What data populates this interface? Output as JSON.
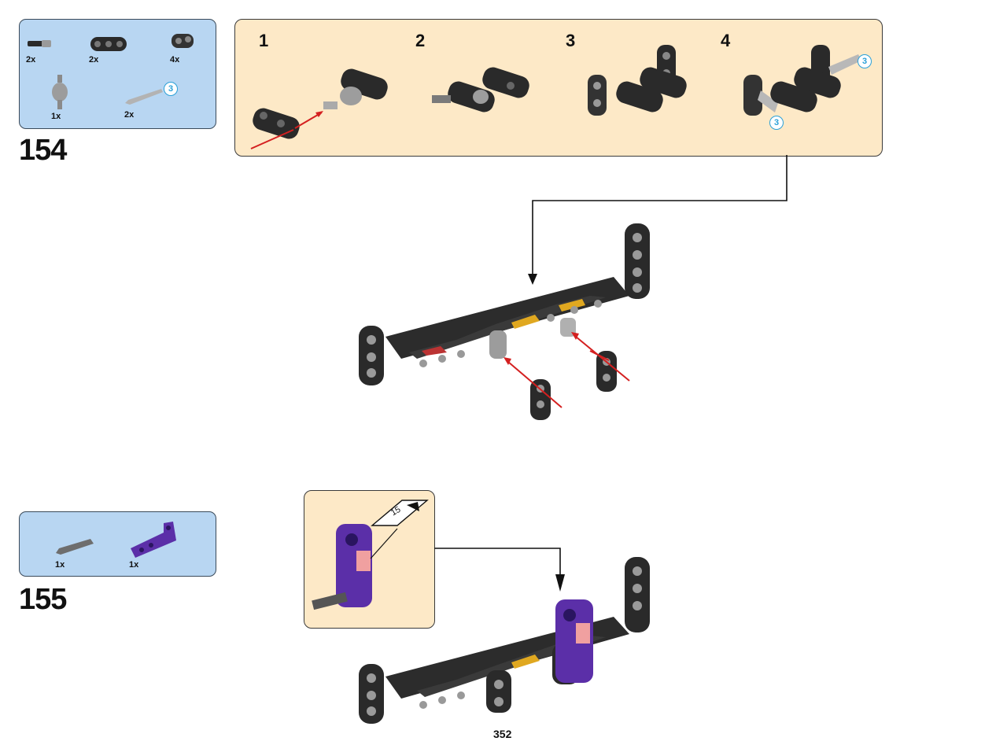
{
  "steps": [
    {
      "number": "154",
      "parts": [
        {
          "qty": "2x",
          "icon": "black-pin-with-grey-end"
        },
        {
          "qty": "2x",
          "icon": "black-3-hole-beam"
        },
        {
          "qty": "4x",
          "icon": "dark-cross-connector"
        },
        {
          "qty": "1x",
          "icon": "grey-ball-joint-connector"
        },
        {
          "qty": "2x",
          "icon": "grey-axle-3",
          "length_callout": "3"
        }
      ],
      "substeps": [
        "1",
        "2",
        "3",
        "4"
      ],
      "substep_callouts": [
        "3",
        "3"
      ]
    },
    {
      "number": "155",
      "parts": [
        {
          "qty": "1x",
          "icon": "grey-long-pin"
        },
        {
          "qty": "1x",
          "icon": "purple-l-beam-with-sticker"
        }
      ],
      "sticker_label": "15"
    }
  ],
  "page_number": "352",
  "colors": {
    "parts_box_bg": "#b8d6f2",
    "substep_panel_bg": "#fde9c7",
    "beam_black": "#2a2a2a",
    "arrow_red": "#d42020",
    "callout_blue": "#2aa0d8",
    "purple_part": "#5b2fa8"
  }
}
